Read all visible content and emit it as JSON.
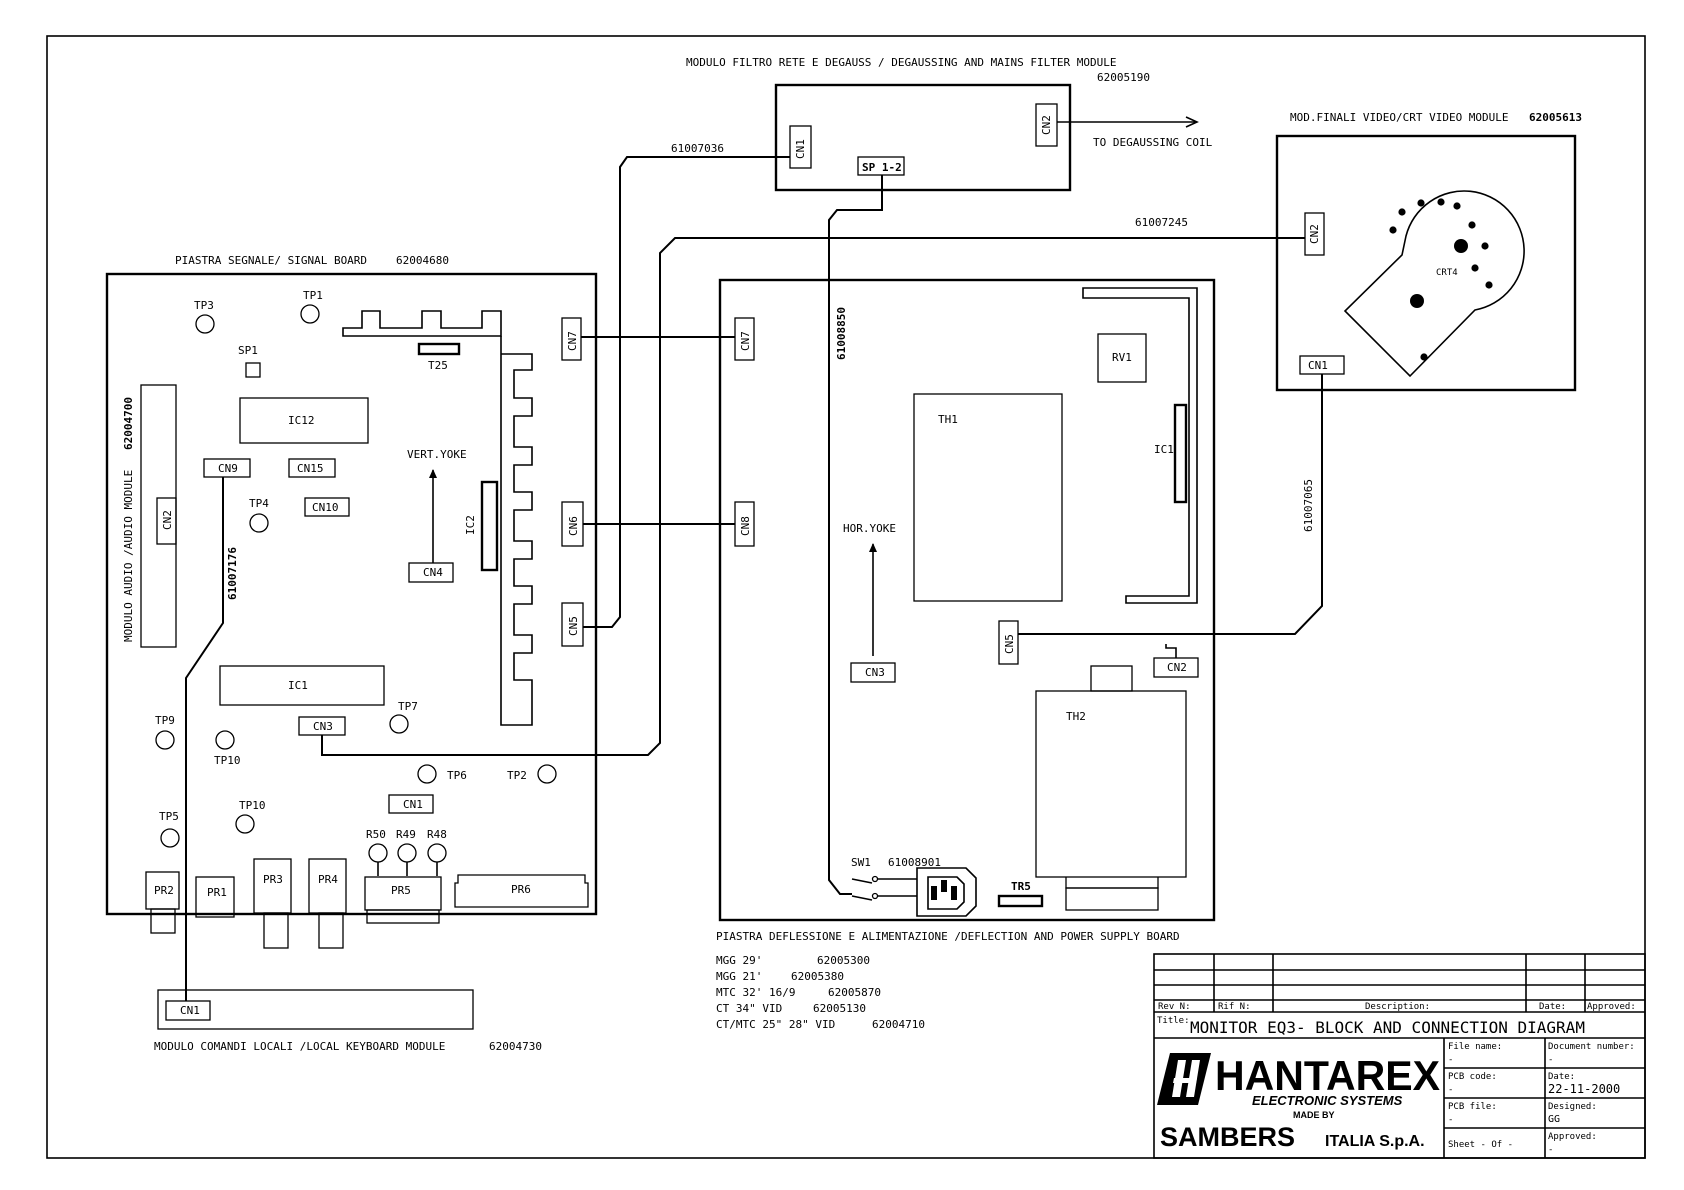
{
  "mains_filter": {
    "title": "MODULO FILTRO RETE E DEGAUSS / DEGAUSSING AND MAINS FILTER MODULE",
    "code": "62005190",
    "cn1": "CN1",
    "cn2": "CN2",
    "sp": "SP 1-2",
    "degauss": "TO DEGAUSSING COIL"
  },
  "video_module": {
    "title": "MOD.FINALI VIDEO/CRT VIDEO MODULE",
    "code": "62005613",
    "cn2": "CN2",
    "cn1": "CN1",
    "crt": "CRT4"
  },
  "signal_board": {
    "title": "PIASTRA SEGNALE/ SIGNAL BOARD",
    "code": "62004680",
    "labels": {
      "tp1": "TP1",
      "tp2": "TP2",
      "tp3": "TP3",
      "tp4": "TP4",
      "tp5": "TP5",
      "tp6": "TP6",
      "tp7": "TP7",
      "tp9": "TP9",
      "tp10a": "TP10",
      "tp10b": "TP10",
      "sp1": "SP1",
      "ic12": "IC12",
      "ic1": "IC1",
      "ic2": "IC2",
      "cn9": "CN9",
      "cn15": "CN15",
      "cn10": "CN10",
      "cn4": "CN4",
      "cn3": "CN3",
      "cn1": "CN1",
      "cn7": "CN7",
      "cn6": "CN6",
      "cn5": "CN5",
      "t25": "T25",
      "vyoke": "VERT.YOKE",
      "r50": "R50",
      "r49": "R49",
      "r48": "R48",
      "pr1": "PR1",
      "pr2": "PR2",
      "pr3": "PR3",
      "pr4": "PR4",
      "pr5": "PR5",
      "pr6": "PR6"
    }
  },
  "audio_module": {
    "title": "MODULO AUDIO /AUDIO MODULE",
    "code": "62004700",
    "cn2": "CN2"
  },
  "keyboard_module": {
    "title": "MODULO COMANDI LOCALI /LOCAL KEYBOARD MODULE",
    "code": "62004730",
    "cn1": "CN1"
  },
  "deflection_board": {
    "title": "PIASTRA DEFLESSIONE E ALIMENTAZIONE /DEFLECTION AND POWER SUPPLY BOARD",
    "labels": {
      "cn7": "CN7",
      "cn8": "CN8",
      "cn3": "CN3",
      "cn5": "CN5",
      "cn2": "CN2",
      "rv1": "RV1",
      "th1": "TH1",
      "th2": "TH2",
      "ic1": "IC1",
      "hyoke": "HOR.YOKE",
      "sw1": "SW1",
      "tr5": "TR5",
      "c61008901": "61008901"
    }
  },
  "cables": {
    "c1": "61007036",
    "c2": "61007245",
    "c3": "61008850",
    "c4": "61007065",
    "c5": "61007176"
  },
  "models": [
    {
      "name": "MGG 29'",
      "code": "62005300"
    },
    {
      "name": "MGG 21'",
      "code": "62005380"
    },
    {
      "name": "MTC 32' 16/9",
      "code": "62005870"
    },
    {
      "name": "CT 34\" VID",
      "code": "62005130"
    },
    {
      "name": "CT/MTC 25\" 28\" VID",
      "code": "62004710"
    }
  ],
  "title_block": {
    "rev": "Rev N:",
    "rif": "Rif N:",
    "desc": "Description:",
    "date_h": "Date:",
    "approved_h": "Approved:",
    "title_label": "Title:",
    "title": "MONITOR EQ3- BLOCK AND CONNECTION DIAGRAM",
    "file_name": "File name:",
    "file_name_v": "-",
    "doc_number": "Document number:",
    "doc_number_v": "-",
    "pcb_code": "PCB code:",
    "pcb_code_v": "-",
    "date": "Date:",
    "date_v": "22-11-2000",
    "pcb_file": "PCB file:",
    "pcb_file_v": "-",
    "designed": "Designed:",
    "designed_v": "GG",
    "sheet": "Sheet  -  Of  -",
    "approved": "Approved:",
    "approved_v": "-",
    "brand": "HANTAREX",
    "brand_sub": "ELECTRONIC SYSTEMS",
    "made_by": "MADE BY",
    "maker": "SAMBERS",
    "maker_sub": "ITALIA S.p.A."
  }
}
